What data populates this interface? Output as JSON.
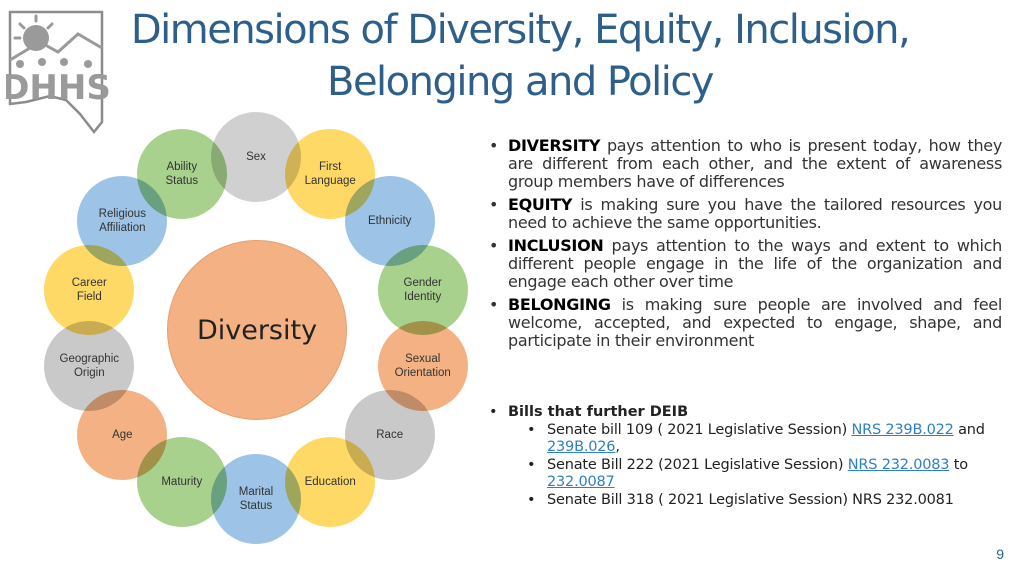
{
  "slide": {
    "title": "Dimensions of Diversity, Equity, Inclusion, Belonging and Policy",
    "logo": {
      "text": "DHHS",
      "icon": "dhhs-logo-icon"
    },
    "page_number": "9"
  },
  "diagram": {
    "center": {
      "label": "Diversity",
      "color": "#f4b183"
    },
    "items": [
      {
        "label_lines": [
          "Sex"
        ],
        "color": "#d0d0d0"
      },
      {
        "label_lines": [
          "First",
          "Language"
        ],
        "color": "#ffd966"
      },
      {
        "label_lines": [
          "Ethnicity"
        ],
        "color": "#9dc3e6"
      },
      {
        "label_lines": [
          "Gender",
          "Identity"
        ],
        "color": "#a9d18e"
      },
      {
        "label_lines": [
          "Sexual",
          "Orientation"
        ],
        "color": "#f4b183"
      },
      {
        "label_lines": [
          "Race"
        ],
        "color": "#c9c9c9"
      },
      {
        "label_lines": [
          "Education"
        ],
        "color": "#ffd966"
      },
      {
        "label_lines": [
          "Marital",
          "Status"
        ],
        "color": "#9dc3e6"
      },
      {
        "label_lines": [
          "Maturity"
        ],
        "color": "#a9d18e"
      },
      {
        "label_lines": [
          "Age"
        ],
        "color": "#f4b183"
      },
      {
        "label_lines": [
          "Geographic",
          "Origin"
        ],
        "color": "#c9c9c9"
      },
      {
        "label_lines": [
          "Career",
          "Field"
        ],
        "color": "#ffd966"
      },
      {
        "label_lines": [
          "Religious",
          "Affiliation"
        ],
        "color": "#9dc3e6"
      },
      {
        "label_lines": [
          "Ability",
          "Status"
        ],
        "color": "#a9d18e"
      }
    ]
  },
  "definitions": [
    {
      "term": "DIVERSITY",
      "text": " pays attention to who is present today, how they are different from each other, and the extent of awareness group members have of differences"
    },
    {
      "term": "EQUITY",
      "text": " is making sure you have the tailored resources you need to achieve the same opportunities."
    },
    {
      "term": "INCLUSION",
      "text": " pays attention to the ways and extent to which different people engage in the life of the organization and engage each other over time"
    },
    {
      "term": "BELONGING",
      "text": " is making sure people are involved and feel welcome, accepted, and expected to engage, shape, and participate in their environment"
    }
  ],
  "bills": {
    "heading": "Bills that further DEIB",
    "items": [
      {
        "prefix": "Senate bill 109 ( 2021 Legislative Session) ",
        "link1": "NRS 239B.022",
        "mid": " and ",
        "link2": "239B.026",
        "suffix": ","
      },
      {
        "prefix": "Senate Bill 222 (2021 Legislative Session)  ",
        "link1": "NRS 232.0083",
        "mid": " to ",
        "link2": "232.0087",
        "suffix": ""
      },
      {
        "prefix": "Senate Bill 318 ( 2021 Legislative Session) NRS  232.0081",
        "link1": "",
        "mid": "",
        "link2": "",
        "suffix": ""
      }
    ]
  },
  "bullet_glyph": "•"
}
